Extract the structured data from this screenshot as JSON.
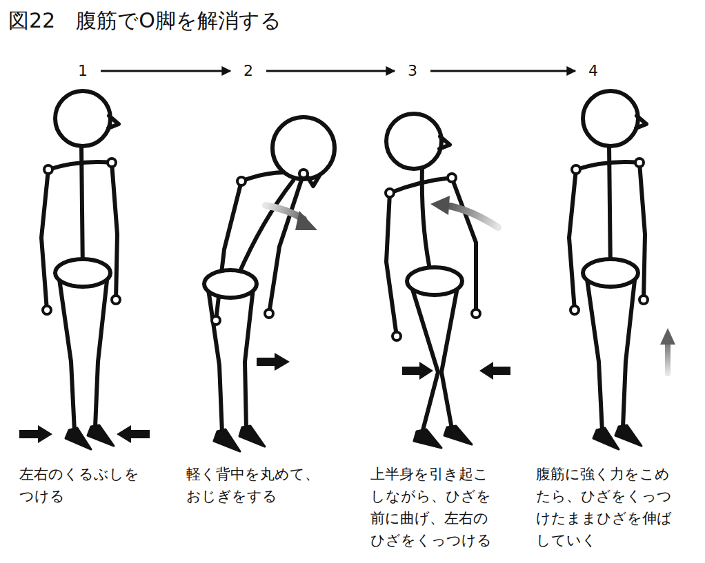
{
  "diagram": {
    "title": "図22　腹筋でO脚を解消する",
    "nodes": [
      {
        "text": [
          "1"
        ]
      },
      {
        "text": [
          "2"
        ]
      },
      {
        "text": [
          "3"
        ]
      },
      {
        "text": [
          "4"
        ]
      }
    ],
    "edges": [
      {
        "from": 0,
        "to": 1,
        "arrow": "to"
      },
      {
        "from": 1,
        "to": 2,
        "arrow": "to"
      },
      {
        "from": 2,
        "to": 3,
        "arrow": "to"
      }
    ],
    "labels": [
      "左右のくるぶしを つける",
      "軽く背中を丸めて、 おじぎをする",
      "上半身を引き起こ しながら、ひざを 前に曲げ、左右の ひざをくっつける",
      "腹筋に強く力をこめ たら、ひざをくっつ けたままひざを伸ば していく"
    ]
  }
}
